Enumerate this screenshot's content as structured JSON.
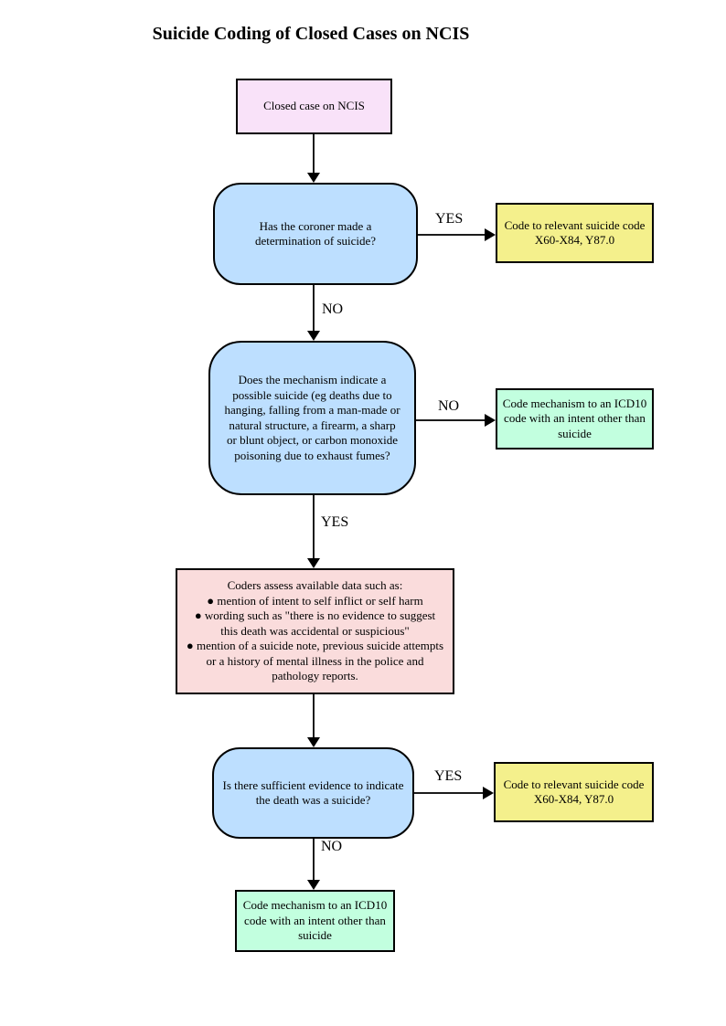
{
  "title": "Suicide Coding of Closed Cases on NCIS",
  "nodes": {
    "start": {
      "text": "Closed case on NCIS"
    },
    "q1": {
      "text": "Has the coroner made a\ndetermination of suicide?"
    },
    "code_suicide_1": {
      "text": "Code to relevant suicide code\nX60-X84, Y87.0"
    },
    "q2": {
      "text": "Does the mechanism indicate a\npossible suicide (eg deaths due to\nhanging, falling from a man-made or\nnatural structure, a firearm, a sharp\nor blunt object, or carbon monoxide\npoisoning due to exhaust fumes?"
    },
    "code_other_1": {
      "text": "Code mechanism to an ICD10\ncode with an intent other than\nsuicide"
    },
    "coders": {
      "text": "Coders assess available data such as:\n● mention of intent to self inflict or self harm\n● wording such as \"there is no evidence to suggest\nthis death was accidental or suspicious\"\n● mention of a suicide note, previous suicide attempts\nor a history of mental illness in the police and\npathology reports."
    },
    "q3": {
      "text": "Is there sufficient evidence to indicate\nthe death was a suicide?"
    },
    "code_suicide_2": {
      "text": "Code to relevant suicide code\nX60-X84, Y87.0"
    },
    "code_other_2": {
      "text": "Code mechanism to an ICD10\ncode with an intent other than\nsuicide"
    }
  },
  "edge_labels": {
    "q1_yes": "YES",
    "q1_no": "NO",
    "q2_no": "NO",
    "q2_yes": "YES",
    "q3_yes": "YES",
    "q3_no": "NO"
  },
  "colors": {
    "start_fill": "#f9e2f9",
    "decision_fill": "#bddfff",
    "suicide_code_fill": "#f4f08c",
    "other_intent_fill": "#c2ffdf",
    "assess_fill": "#fadcdc",
    "border": "#000000",
    "line": "#1c1c1c"
  }
}
